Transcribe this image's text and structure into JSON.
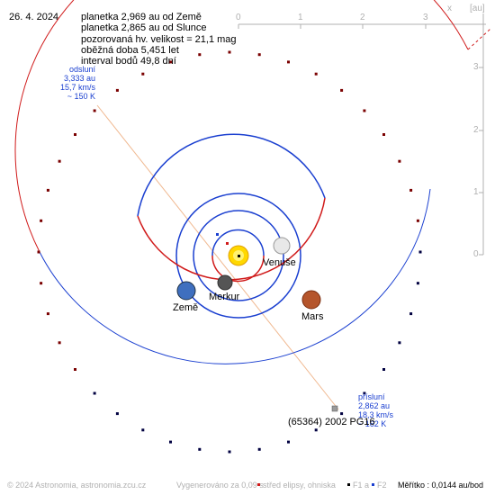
{
  "date": "26. 4. 2024",
  "info_lines": [
    "planetka 2,969 au od Země",
    "planetka 2,865 au od Slunce",
    "pozorovaná hv. velikost = 21,1 mag",
    "oběžná doba 5,451 let",
    "interval bodů 49,8 dní"
  ],
  "aphelion": {
    "title": "odsluní",
    "dist": "3,333 au",
    "speed": "15,7 km/s",
    "temp": "~ 150 K"
  },
  "perihelion": {
    "title": "přísluní",
    "dist": "2,862 au",
    "speed": "18,3 km/s",
    "temp": "~ 162 K"
  },
  "asteroid_name": "(65364) 2002 PG16",
  "planets": {
    "venus": "Venuše",
    "mercury": "Merkur",
    "earth": "Země",
    "mars": "Mars"
  },
  "axis": {
    "x_label": "x",
    "unit": "[au]",
    "x_ticks": [
      "0",
      "1",
      "2",
      "3"
    ],
    "y_ticks": [
      "3",
      "2",
      "1",
      "0"
    ]
  },
  "footer": {
    "copyright": "© 2024 Astronomia, astronomia.zcu.cz",
    "generated": "Vygenerováno za 0,09 s",
    "legend_center": "střed elipsy, ohniska",
    "legend_f1": "F1 a",
    "legend_f2": "F2",
    "scale": "Měřítko : 0,0144 au/bod"
  },
  "colors": {
    "orbit_blue": "#1a3fd0",
    "orbit_red": "#d01a1a",
    "axis_gray": "#b0b0b0",
    "apsis_line": "#f0b890",
    "label_blue": "#1a3fd0"
  }
}
